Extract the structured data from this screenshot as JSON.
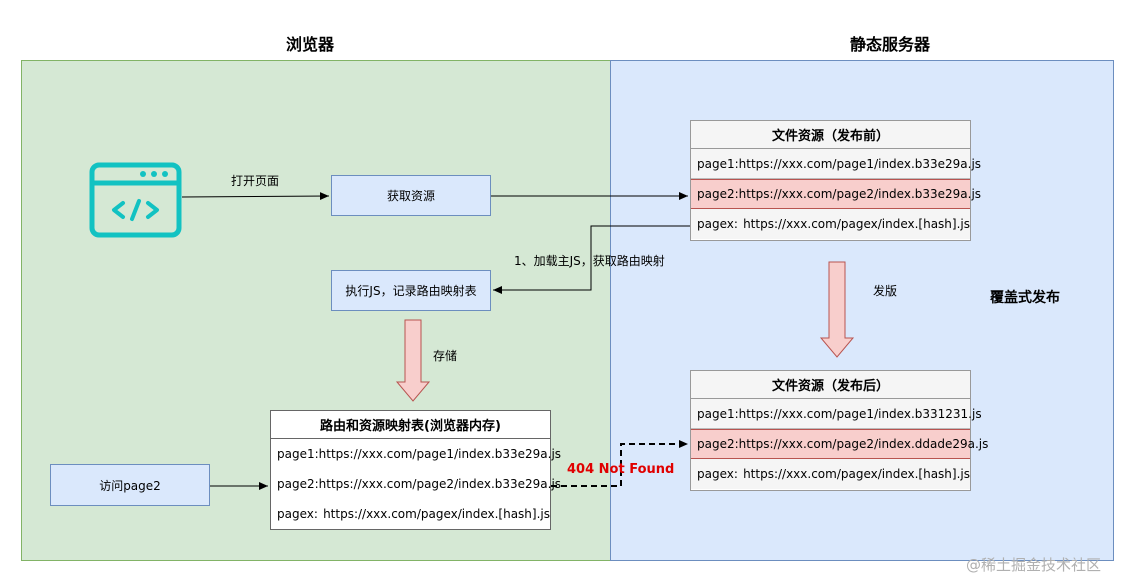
{
  "browser": {
    "title": "浏览器",
    "fetch_box": "获取资源",
    "open_page_label": "打开页面",
    "exec_box": "执行JS，记录路由映射表",
    "store_label": "存储",
    "visit_box": "访问page2",
    "mapping_table": {
      "title": "路由和资源映射表(浏览器内存)",
      "rows": [
        {
          "key": "page1:",
          "value": "https://xxx.com/page1/index.b33e29a.js"
        },
        {
          "key": "page2:",
          "value": "https://xxx.com/page2/index.b33e29a.js"
        },
        {
          "key": "pagex:",
          "value": "https://xxx.com/pagex/index.[hash].js"
        }
      ]
    }
  },
  "server": {
    "title": "静态服务器",
    "load_label": "1、加载主JS，获取路由映射",
    "release_label": "发版",
    "overwrite_label": "覆盖式发布",
    "before_table": {
      "title": "文件资源（发布前）",
      "rows": [
        {
          "key": "page1:",
          "value": "https://xxx.com/page1/index.b33e29a.js"
        },
        {
          "key": "page2:",
          "value": "https://xxx.com/page2/index.b33e29a.js"
        },
        {
          "key": "pagex:",
          "value": "https://xxx.com/pagex/index.[hash].js"
        }
      ]
    },
    "after_table": {
      "title": "文件资源（发布后）",
      "rows": [
        {
          "key": "page1:",
          "value": "https://xxx.com/page1/index.b331231.js"
        },
        {
          "key": "page2:",
          "value": "https://xxx.com/page2/index.ddade29a.js"
        },
        {
          "key": "pagex:",
          "value": "https://xxx.com/pagex/index.[hash].js"
        }
      ]
    }
  },
  "error_label": "404 Not Found",
  "watermark": "@稀土掘金技术社区",
  "colors": {
    "browser_zone": "#d5e8d4",
    "server_zone": "#dae8fc",
    "icon": "#12c2c2",
    "highlight_row": "#f8cecc",
    "error_text": "#e00000",
    "big_arrow_fill": "#f8cecc",
    "big_arrow_stroke": "#b85450"
  }
}
